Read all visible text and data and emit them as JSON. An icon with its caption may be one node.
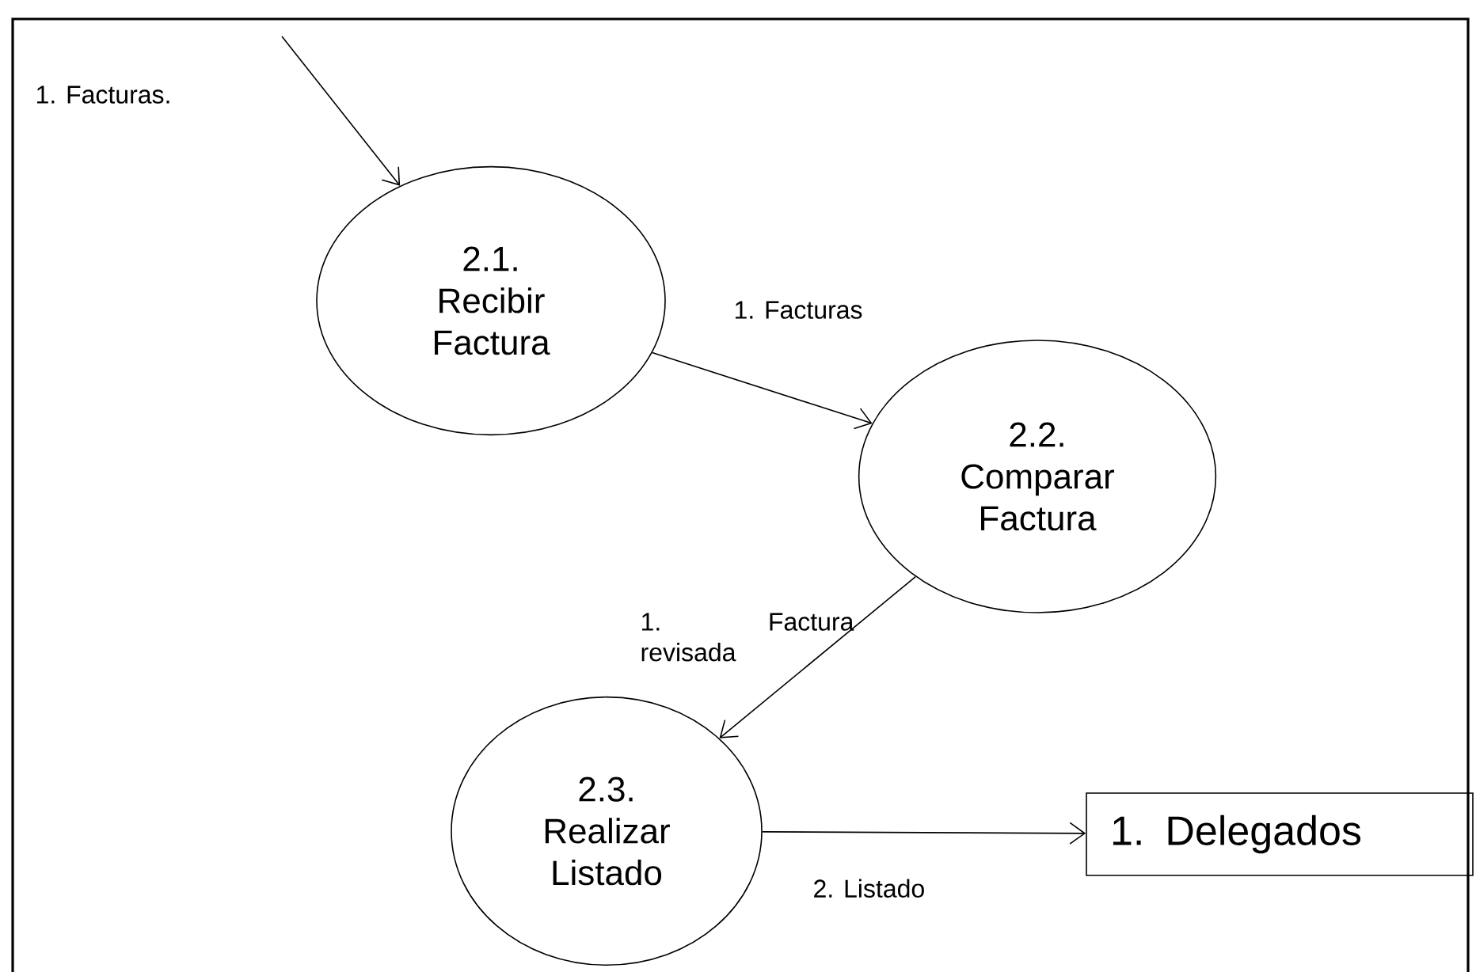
{
  "diagram": {
    "nodes": [
      {
        "text": [
          "2.1. Recibir Factura"
        ]
      },
      {
        "text": [
          "2.2. Comparar Factura"
        ]
      },
      {
        "text": [
          "2.3. Realizar Listado"
        ]
      },
      {
        "text": [
          "1. Delegados"
        ]
      }
    ],
    "edges": [
      {
        "from": null,
        "to": 0,
        "arrow": "to",
        "label": "1. Facturas."
      },
      {
        "from": 0,
        "to": 1,
        "arrow": "to",
        "label": "1. Facturas"
      },
      {
        "from": 1,
        "to": 2,
        "arrow": "to",
        "label": "1.    Factura revisada"
      },
      {
        "from": 2,
        "to": 3,
        "arrow": "to",
        "label": "2. Listado"
      }
    ]
  }
}
